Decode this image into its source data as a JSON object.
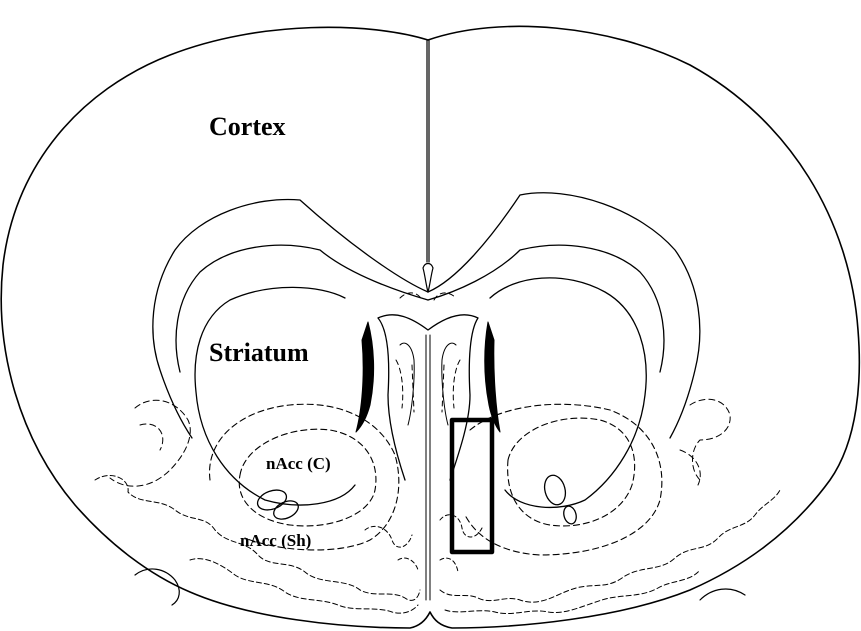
{
  "labels": {
    "cortex": "Cortex",
    "striatum": "Striatum",
    "nacc_core": "nAcc (C)",
    "nacc_shell": "nAcc (Sh)"
  },
  "colors": {
    "line": "#000000",
    "background": "#ffffff"
  }
}
